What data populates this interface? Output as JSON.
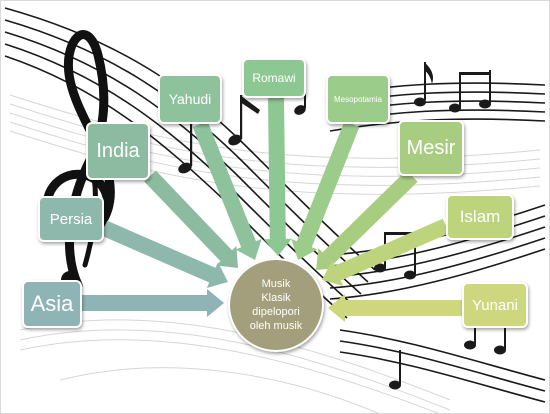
{
  "colors": {
    "circle": "#a39f7c",
    "staff": "#1a1a1a"
  },
  "center": {
    "lines": [
      "Musik",
      "Klasik",
      "dipelopori",
      "oleh musik"
    ]
  },
  "nodes": [
    {
      "key": "asia",
      "label": "Asia",
      "color": "#8fb4b5"
    },
    {
      "key": "persia",
      "label": "Persia",
      "color": "#8fb8ac"
    },
    {
      "key": "india",
      "label": "India",
      "color": "#8dbba2"
    },
    {
      "key": "yahudi",
      "label": "Yahudi",
      "color": "#8dc29d"
    },
    {
      "key": "romawi",
      "label": "Romawi",
      "color": "#8dc792"
    },
    {
      "key": "mesopotamia",
      "label": "Mesopotamia",
      "color": "#9bcc8a"
    },
    {
      "key": "mesir",
      "label": "Mesir",
      "color": "#a8cd80"
    },
    {
      "key": "islam",
      "label": "Islam",
      "color": "#bed47c"
    },
    {
      "key": "yunani",
      "label": "Yunani",
      "color": "#cfd77e"
    }
  ]
}
